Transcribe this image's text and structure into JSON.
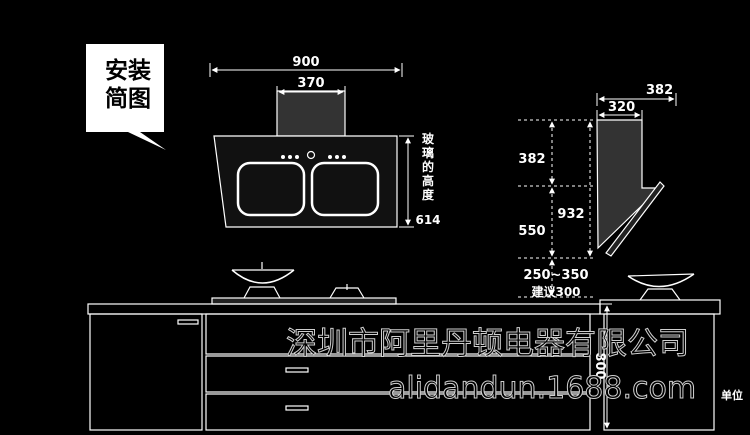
{
  "badge": {
    "line1": "安装",
    "line2": "简图"
  },
  "front": {
    "width_label": "900",
    "chimney_label": "370",
    "glass_height_label": "玻璃的高度",
    "glass_height_value": "614",
    "floor_height_label": "800"
  },
  "side": {
    "depth_label": "382",
    "chimney_depth_label": "320",
    "upper_height_label": "382",
    "total_height_label": "932",
    "lower_height_label": "550",
    "install_range_label": "250~350",
    "install_suggest_label": "建议300"
  },
  "watermark": {
    "company": "深圳市阿里丹顿电器有限公司",
    "site": "alidandun.1688.com"
  },
  "unit_label": "单位"
}
